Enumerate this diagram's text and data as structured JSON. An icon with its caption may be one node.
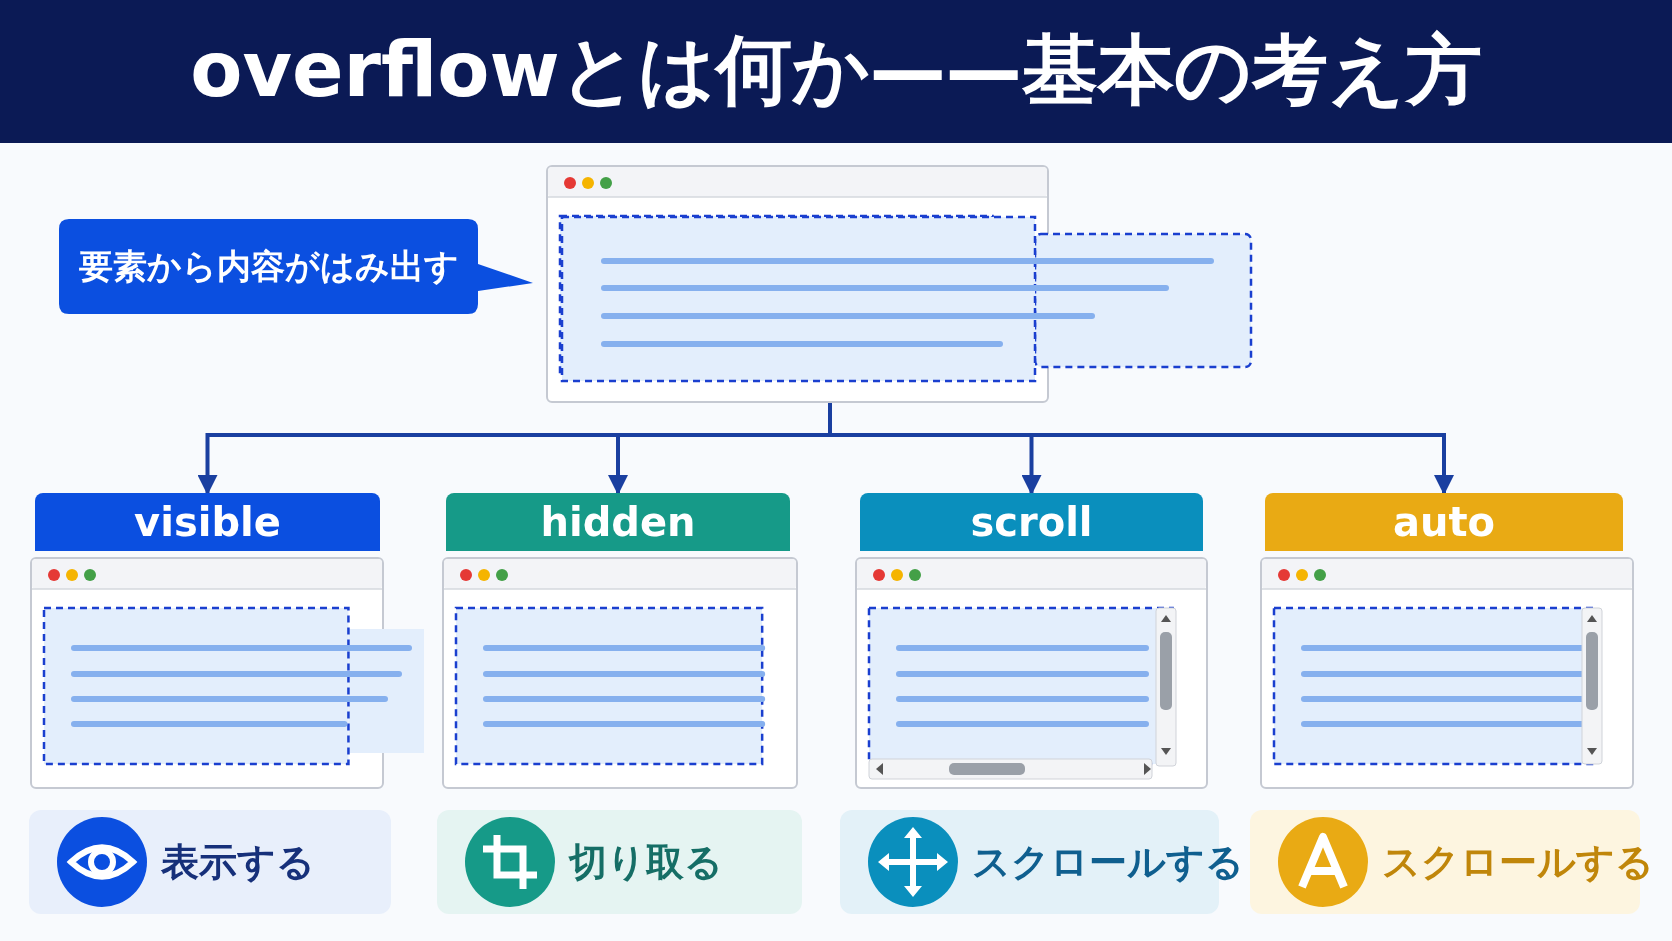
{
  "diagram": {
    "title": "overflowとは何か——基本の考え方",
    "nodes": [
      {
        "text": [
          "要素から内容がはみ出す"
        ]
      },
      {
        "text": [],
        "shape": "box"
      },
      {
        "text": [
          "visible"
        ]
      },
      {
        "text": [
          "hidden"
        ]
      },
      {
        "text": [
          "scroll"
        ]
      },
      {
        "text": [
          "auto"
        ]
      },
      {
        "text": [
          "表示する"
        ]
      },
      {
        "text": [
          "切り取る"
        ]
      },
      {
        "text": [
          "スクロールする"
        ]
      },
      {
        "text": [
          "スクロールする"
        ]
      }
    ],
    "edges": [
      {
        "from": 1,
        "to": 2,
        "arrow": "to"
      },
      {
        "from": 1,
        "to": 3,
        "arrow": "to"
      },
      {
        "from": 1,
        "to": 4,
        "arrow": "to"
      },
      {
        "from": 1,
        "to": 5,
        "arrow": "to"
      }
    ]
  }
}
